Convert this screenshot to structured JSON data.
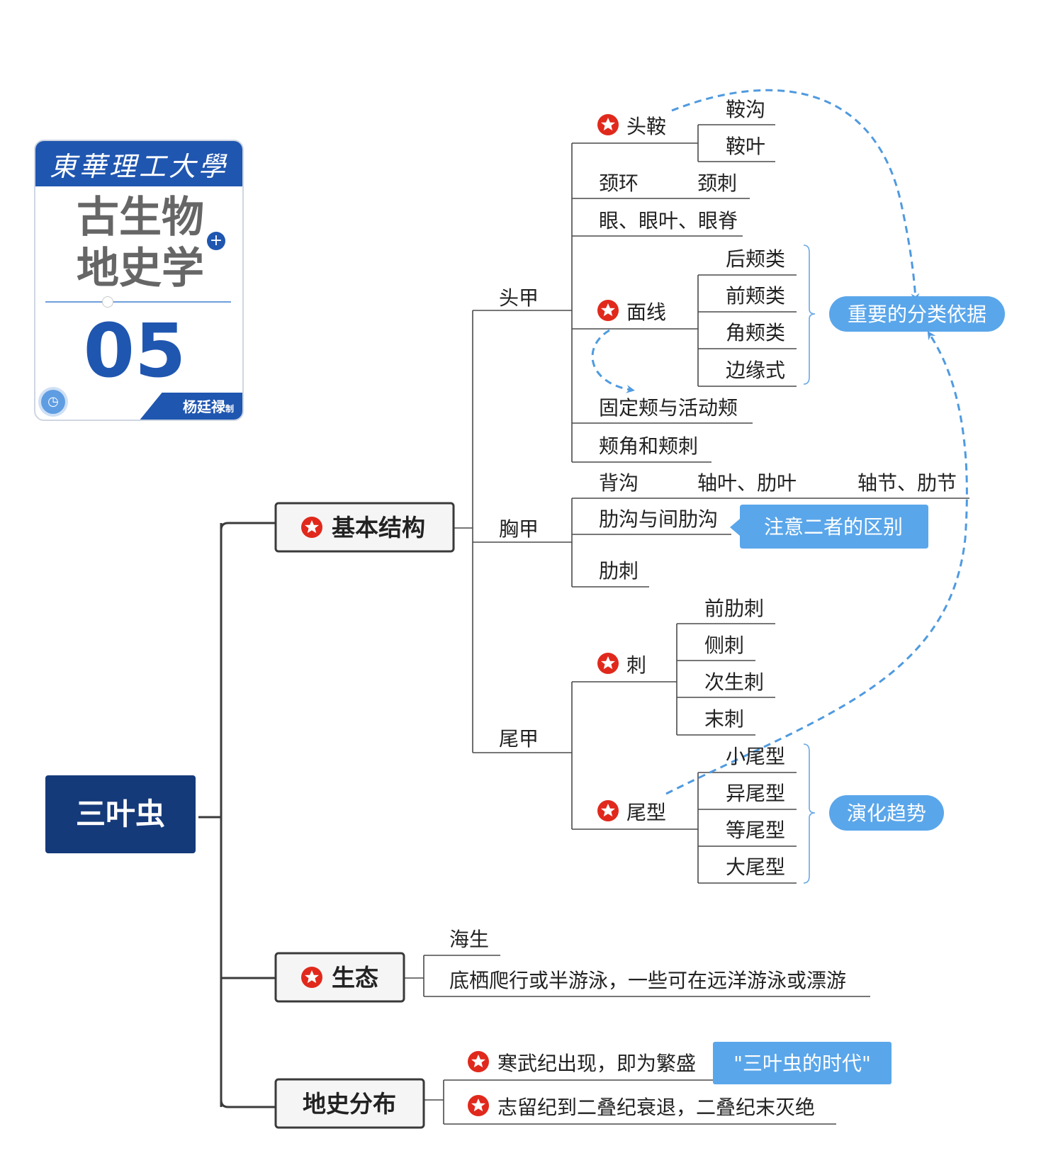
{
  "logo": {
    "school": "東華理工大學",
    "course": "古生物地史学",
    "number": "05",
    "author": "杨廷禄",
    "author_suffix": "制"
  },
  "root": "三叶虫",
  "branches": {
    "structure": "基本结构",
    "ecology": "生态",
    "distribution": "地史分布"
  },
  "structure": {
    "head": "头甲",
    "head_items": {
      "cranidium": "头鞍",
      "cranidium_parts": [
        "鞍沟",
        "鞍叶"
      ],
      "neck_ring": "颈环",
      "neck_spine": "颈刺",
      "eye": "眼、眼叶、眼脊",
      "suture": "面线",
      "suture_types": [
        "后颊类",
        "前颊类",
        "角颊类",
        "边缘式"
      ],
      "cheeks": "固定颊与活动颊",
      "genal": "颊角和颊刺"
    },
    "thorax": "胸甲",
    "thorax_items": {
      "dorsal_furrow": "背沟",
      "axial_lobe": "轴叶、肋叶",
      "axial_ring": "轴节、肋节",
      "furrows": "肋沟与间肋沟",
      "spine": "肋刺"
    },
    "pygidium": "尾甲",
    "pygidium_items": {
      "spines": "刺",
      "spine_types": [
        "前肋刺",
        "侧刺",
        "次生刺",
        "末刺"
      ],
      "tail_type": "尾型",
      "tail_types": [
        "小尾型",
        "异尾型",
        "等尾型",
        "大尾型"
      ]
    }
  },
  "ecology": {
    "item1": "海生",
    "item2": "底栖爬行或半游泳，一些可在远洋游泳或漂游"
  },
  "distribution": {
    "item1": "寒武纪出现，即为繁盛",
    "item2": "志留纪到二叠纪衰退，二叠纪末灭绝"
  },
  "callouts": {
    "classification": "重要的分类依据",
    "difference": "注意二者的区别",
    "evolution": "演化趋势",
    "era": "\"三叶虫的时代\""
  },
  "colors": {
    "root": "#153a7a",
    "branch_border": "#3a3a3a",
    "callout": "#5aa6ea",
    "star": "#e0291c",
    "dashed": "#4f9ae0",
    "line": "#333333"
  }
}
